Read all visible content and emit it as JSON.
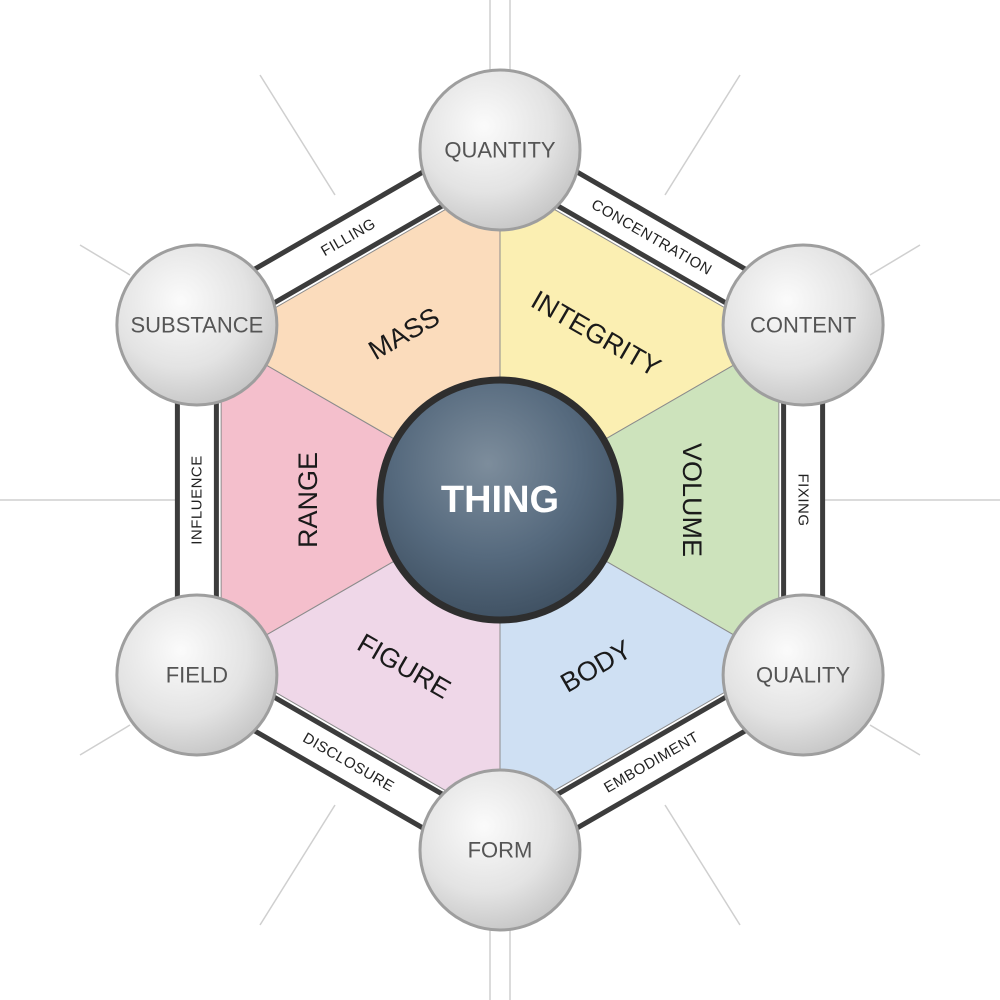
{
  "center": {
    "label": "THING",
    "color": "#4a5d70"
  },
  "segments": [
    {
      "label": "INTEGRITY",
      "color": "#fbefb2"
    },
    {
      "label": "VOLUME",
      "color": "#cde3bc"
    },
    {
      "label": "BODY",
      "color": "#cfe0f3"
    },
    {
      "label": "FIGURE",
      "color": "#efd7e8"
    },
    {
      "label": "RANGE",
      "color": "#f4bfcc"
    },
    {
      "label": "MASS",
      "color": "#fbdcbc"
    }
  ],
  "nodes": [
    {
      "label": "QUANTITY"
    },
    {
      "label": "CONTENT"
    },
    {
      "label": "QUALITY"
    },
    {
      "label": "FORM"
    },
    {
      "label": "FIELD"
    },
    {
      "label": "SUBSTANCE"
    }
  ],
  "edges": [
    {
      "label": "CONCENTRATION"
    },
    {
      "label": "FIXING"
    },
    {
      "label": "EMBODIMENT"
    },
    {
      "label": "DISCLOSURE"
    },
    {
      "label": "INFLUENCE"
    },
    {
      "label": "FILLING"
    }
  ]
}
